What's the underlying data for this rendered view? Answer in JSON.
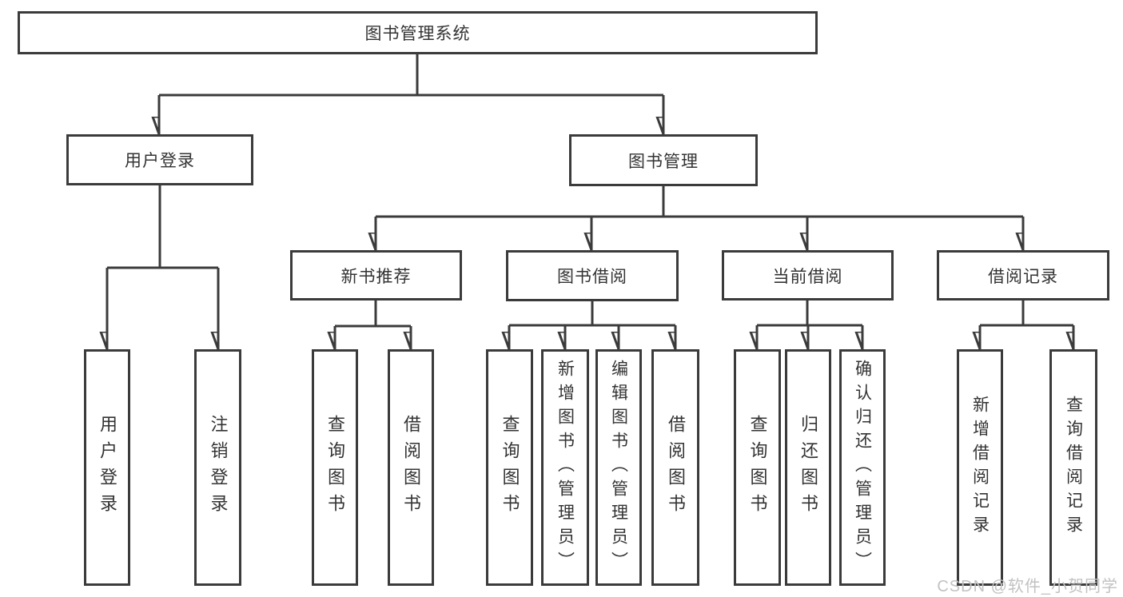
{
  "diagram": {
    "root": "图书管理系统",
    "level2": [
      "用户登录",
      "图书管理"
    ],
    "level3": [
      "新书推荐",
      "图书借阅",
      "当前借阅",
      "借阅记录"
    ],
    "leaves": {
      "user_login": [
        "用户登录",
        "注销登录"
      ],
      "new_book_recommend": [
        "查询图书",
        "借阅图书"
      ],
      "book_borrow": [
        "查询图书",
        "新增图书（管理员）",
        "编辑图书（管理员）",
        "借阅图书"
      ],
      "current_borrow": [
        "查询图书",
        "归还图书",
        "确认归还（管理员）"
      ],
      "borrow_record": [
        "新增借阅记录",
        "查询借阅记录"
      ]
    },
    "colors": {
      "line": "#3b3b3b",
      "text": "#333333",
      "background": "#ffffff",
      "watermark": "#c2c2c2"
    }
  },
  "watermark": "CSDN @软件_小贺同学"
}
